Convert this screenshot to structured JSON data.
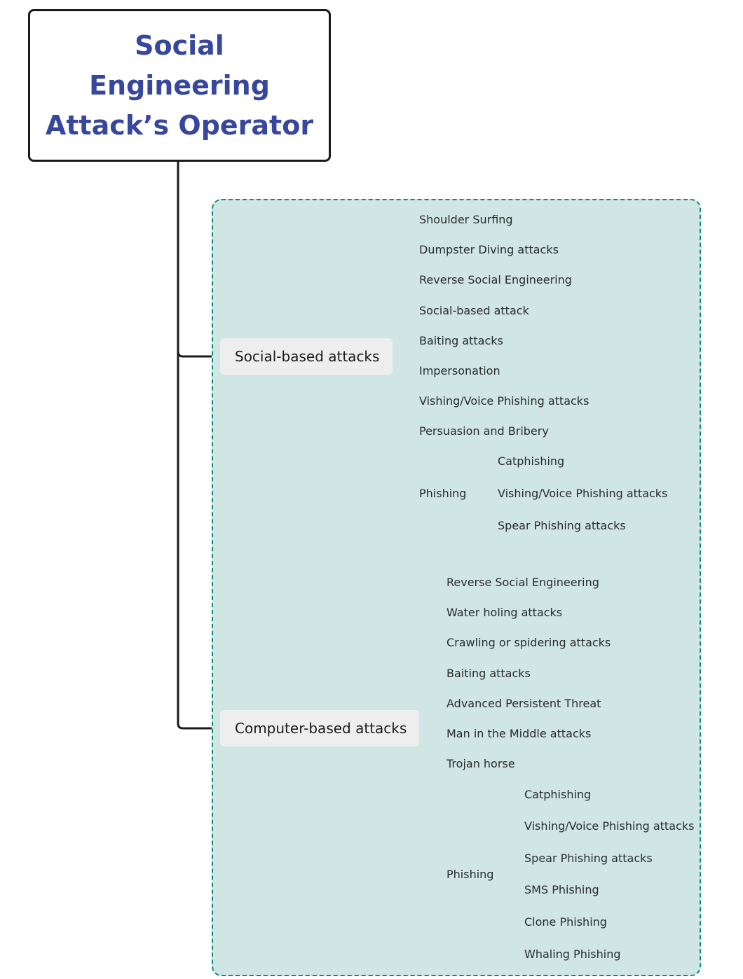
{
  "root": {
    "title_lines": [
      "Social",
      "Engineering",
      "Attack’s Operator"
    ]
  },
  "branches": [
    {
      "label": "Social-based attacks",
      "items": [
        "Shoulder Surfing",
        "Dumpster Diving attacks",
        "Reverse Social Engineering",
        "Social-based attack",
        "Baiting attacks",
        "Impersonation",
        "Vishing/Voice Phishing attacks",
        "Persuasion and Bribery"
      ],
      "phishing": {
        "label": "Phishing",
        "items": [
          "Catphishing",
          "Vishing/Voice Phishing attacks",
          "Spear Phishing attacks"
        ]
      }
    },
    {
      "label": "Computer-based attacks",
      "items": [
        "Reverse Social Engineering",
        "Water holing attacks",
        "Crawling or spidering attacks",
        "Baiting attacks",
        "Advanced Persistent Threat",
        "Man in the Middle attacks",
        "Trojan horse"
      ],
      "phishing": {
        "label": "Phishing",
        "items": [
          "Catphishing",
          "Vishing/Voice Phishing attacks",
          "Spear Phishing attacks",
          "SMS Phishing",
          "Clone Phishing",
          "Whaling Phishing"
        ]
      }
    }
  ],
  "colors": {
    "title": "#36479d",
    "panel_fill": "#cfe6e4",
    "panel_border": "#0f8a7a",
    "branch_fill": "#eeeeee",
    "connector": "#1d2b2b"
  }
}
